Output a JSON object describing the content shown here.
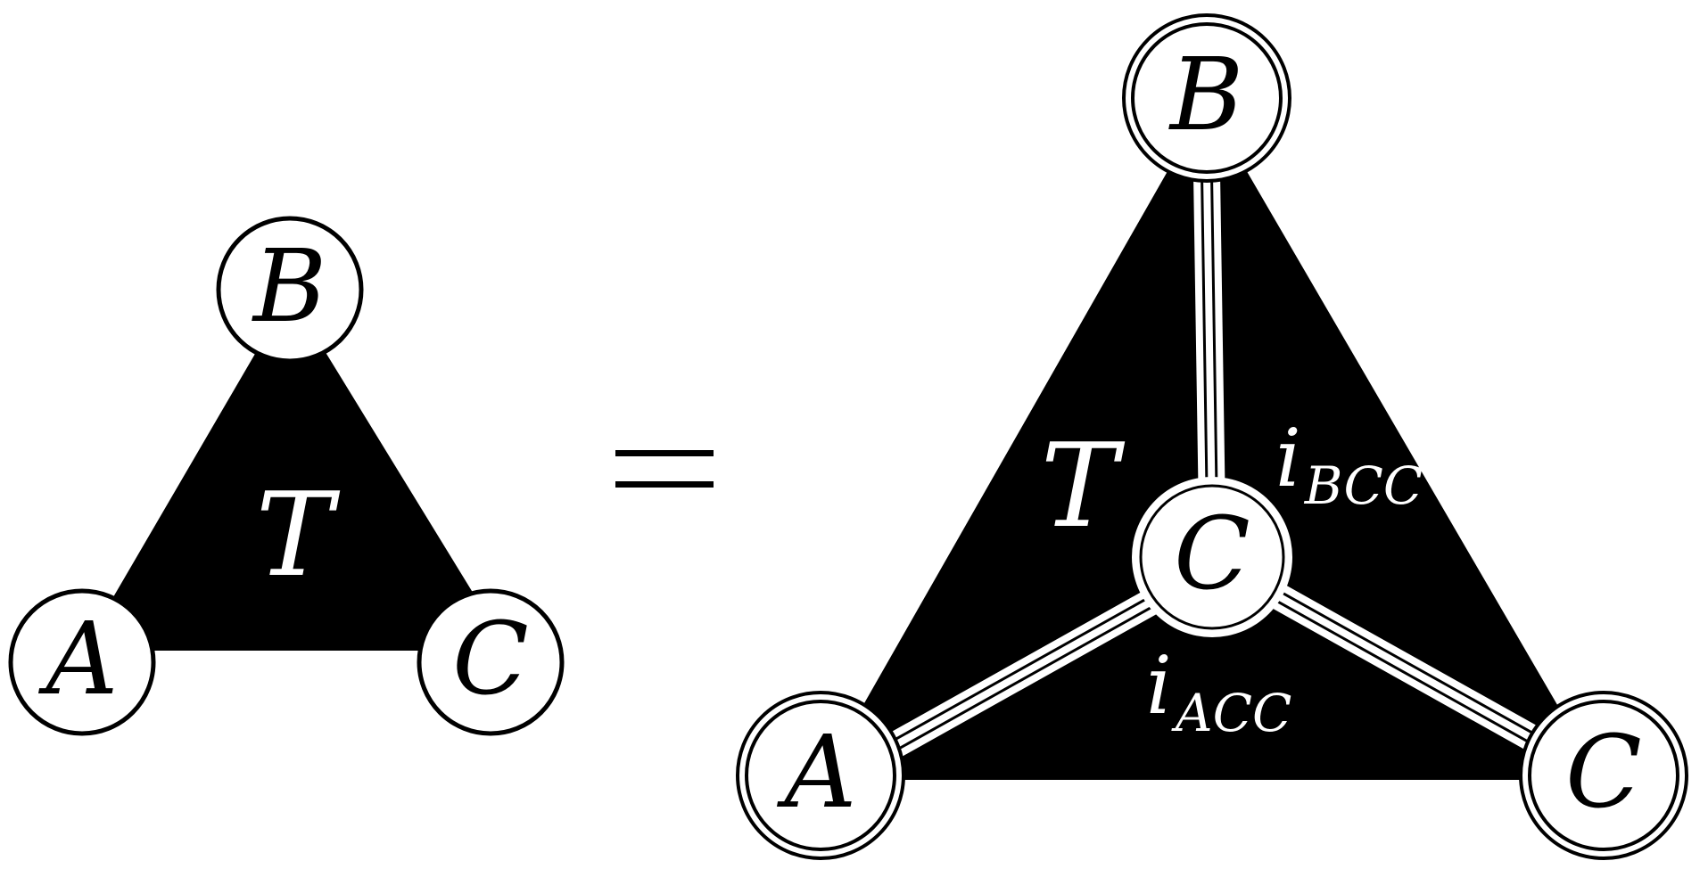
{
  "left": {
    "face_label": "T",
    "nodes": {
      "top": "B",
      "left": "A",
      "right": "C"
    }
  },
  "equals": "=",
  "right": {
    "face_label": "T",
    "nodes": {
      "top": "B",
      "left": "A",
      "right": "C",
      "center": "C"
    },
    "labels": {
      "upper_right": {
        "base": "i",
        "sub": "BCC"
      },
      "bottom": {
        "base": "i",
        "sub": "ACC"
      }
    }
  },
  "colors": {
    "fill": "#000000",
    "background": "#ffffff"
  }
}
